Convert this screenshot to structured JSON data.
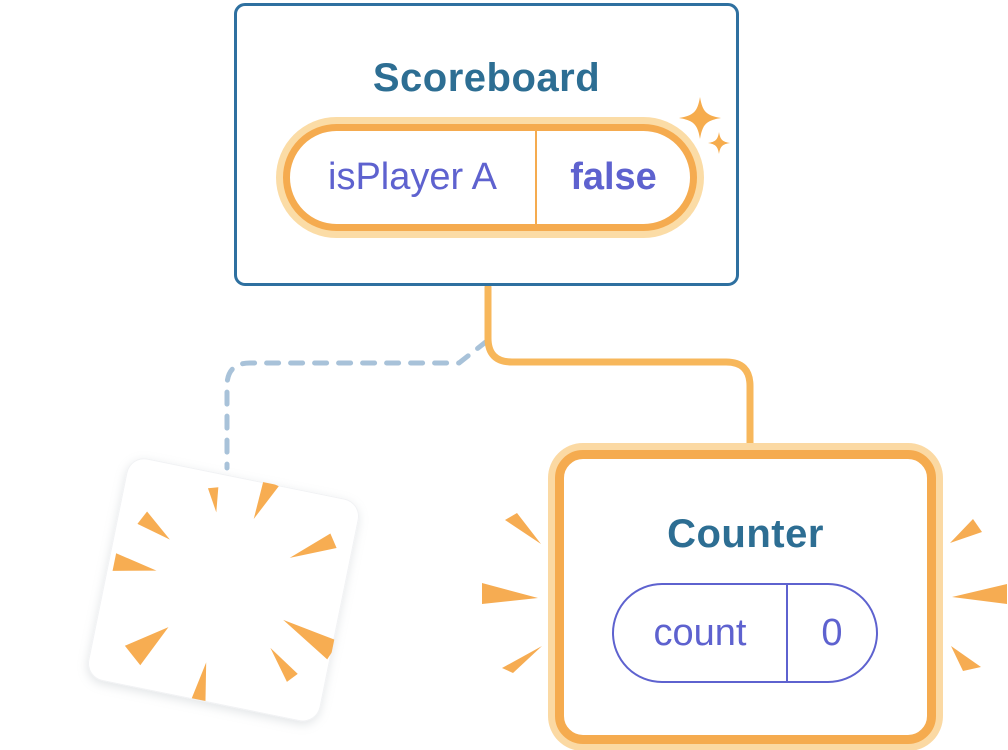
{
  "diagram": {
    "scoreboard": {
      "title": "Scoreboard",
      "state": {
        "name": "isPlayer A",
        "value": "false"
      }
    },
    "counter": {
      "title": "Counter",
      "state": {
        "name": "count",
        "value": "0"
      }
    },
    "icons": [
      "sparkle-icon",
      "poof-burst-icon",
      "pop-emphasis-marks-icon"
    ],
    "colors": {
      "card_border_blue": "#2E70A0",
      "title_teal": "#2D6E93",
      "state_purple": "#5E62CF",
      "highlight_orange": "#F5AB4F",
      "highlight_glow": "#FBDCA6",
      "connector_orange": "#F7B75B",
      "dashed_connector_blue": "#A8C2D9",
      "burst_orange": "#F7AD52",
      "background": "#FFFFFF"
    }
  }
}
